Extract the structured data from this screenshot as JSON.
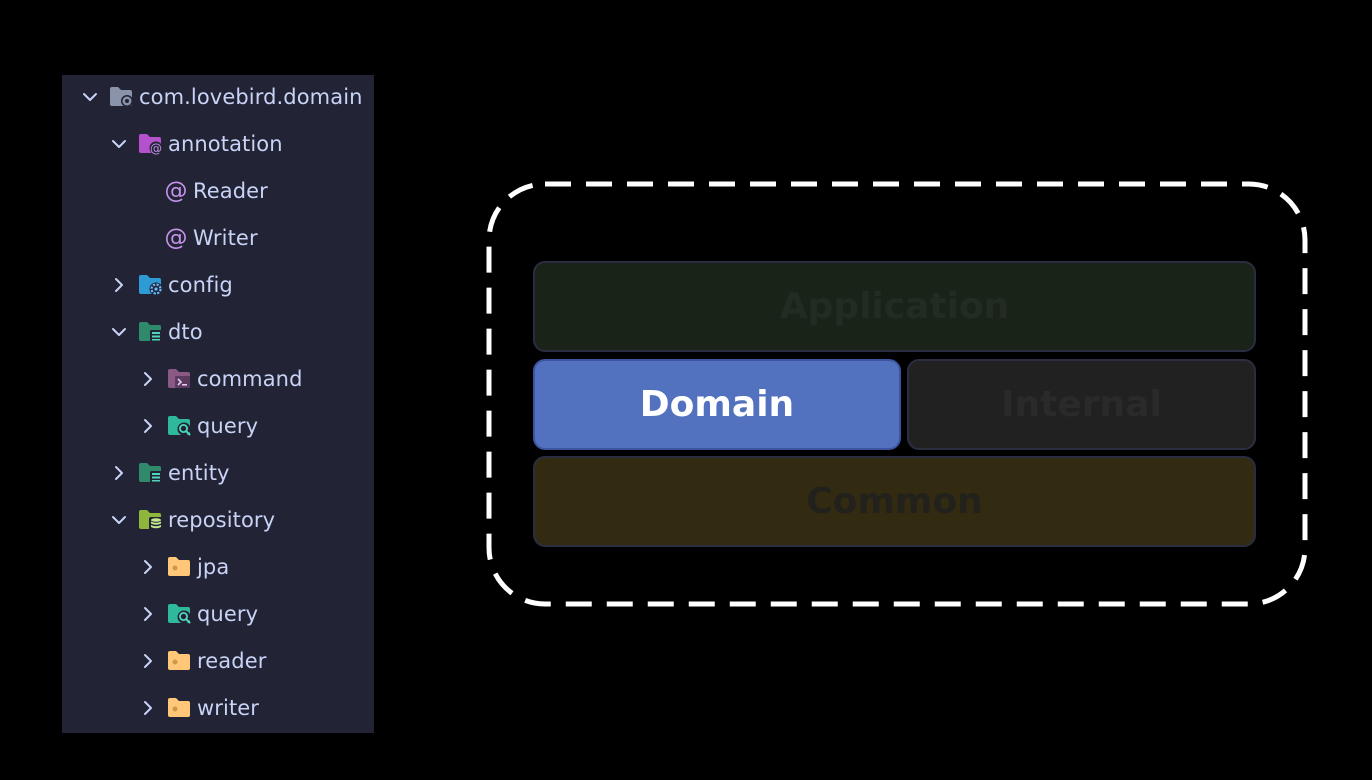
{
  "tree": {
    "items": [
      {
        "label": "com.lovebird.domain",
        "icon": "package-folder-icon",
        "expanded": true
      },
      {
        "label": "annotation",
        "icon": "annotation-folder-icon",
        "expanded": true
      },
      {
        "label": "Reader",
        "icon": "annotation-icon"
      },
      {
        "label": "Writer",
        "icon": "annotation-icon"
      },
      {
        "label": "config",
        "icon": "config-folder-icon",
        "expanded": false
      },
      {
        "label": "dto",
        "icon": "dto-folder-icon",
        "expanded": true
      },
      {
        "label": "command",
        "icon": "command-folder-icon",
        "expanded": false
      },
      {
        "label": "query",
        "icon": "query-folder-icon",
        "expanded": false
      },
      {
        "label": "entity",
        "icon": "entity-folder-icon",
        "expanded": false
      },
      {
        "label": "repository",
        "icon": "repository-folder-icon",
        "expanded": true
      },
      {
        "label": "jpa",
        "icon": "folder-icon",
        "expanded": false
      },
      {
        "label": "query",
        "icon": "query-folder-icon",
        "expanded": false
      },
      {
        "label": "reader",
        "icon": "folder-icon",
        "expanded": false
      },
      {
        "label": "writer",
        "icon": "folder-icon",
        "expanded": false
      }
    ]
  },
  "diagram": {
    "layers": {
      "application": "Application",
      "domain": "Domain",
      "internal": "Internal",
      "common": "Common"
    },
    "colors": {
      "application": "#1a2317",
      "domain": "#5272bf",
      "internal": "#212121",
      "common": "#322a11"
    }
  }
}
